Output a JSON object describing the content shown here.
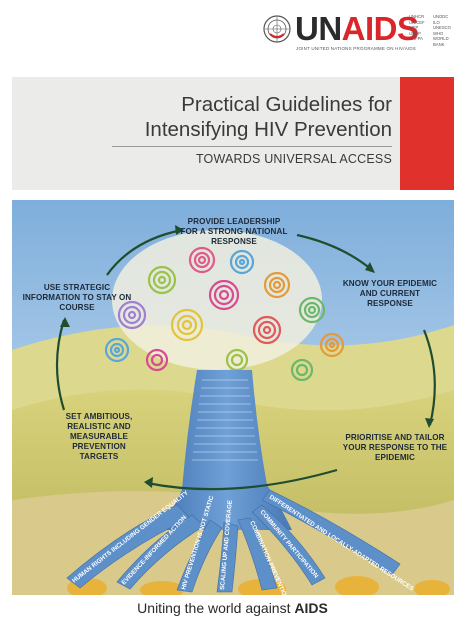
{
  "header": {
    "logo_name_prefix": "UN",
    "logo_name_suffix": "AIDS",
    "logo_subtitle": "JOINT UNITED NATIONS PROGRAMME ON HIV/AIDS",
    "cosponsors_col1": [
      "UNHCR",
      "UNICEF",
      "WFP",
      "UNDP",
      "UNFPA"
    ],
    "cosponsors_col2": [
      "UNODC",
      "ILO",
      "UNESCO",
      "WHO",
      "WORLD BANK"
    ]
  },
  "title": {
    "main_line1": "Practical Guidelines for",
    "main_line2": "Intensifying HIV Prevention",
    "subtitle": "TOWARDS UNIVERSAL ACCESS"
  },
  "cycle": {
    "step1": "PROVIDE LEADERSHIP FOR A STRONG NATIONAL RESPONSE",
    "step2": "KNOW YOUR EPIDEMIC AND CURRENT RESPONSE",
    "step3": "PRIORITISE AND TAILOR YOUR RESPONSE TO THE EPIDEMIC",
    "step4": "SET AMBITIOUS, REALISTIC AND MEASURABLE PREVENTION TARGETS",
    "step5": "USE STRATEGIC INFORMATION TO STAY ON COURSE"
  },
  "roots": [
    "HUMAN RIGHTS INCLUDING GENDER EQUALITY",
    "EVIDENCE-INFORMED ACTION",
    "HIV PREVENTION IS NOT STATIC",
    "SCALING UP AND COVERAGE",
    "COMBINATION PREVENTION PROGRAMMES",
    "COMMUNITY PARTICIPATION",
    "DIFFERENTIATED AND LOCALLY-ADAPTED RESOURCES"
  ],
  "footer": {
    "prefix": "Uniting the world against",
    "strong": "AIDS"
  },
  "colors": {
    "brand_red": "#e0312c",
    "sky": "#8fb8e0",
    "trunk": "#5d8fc8",
    "field": "#c9c36a"
  }
}
